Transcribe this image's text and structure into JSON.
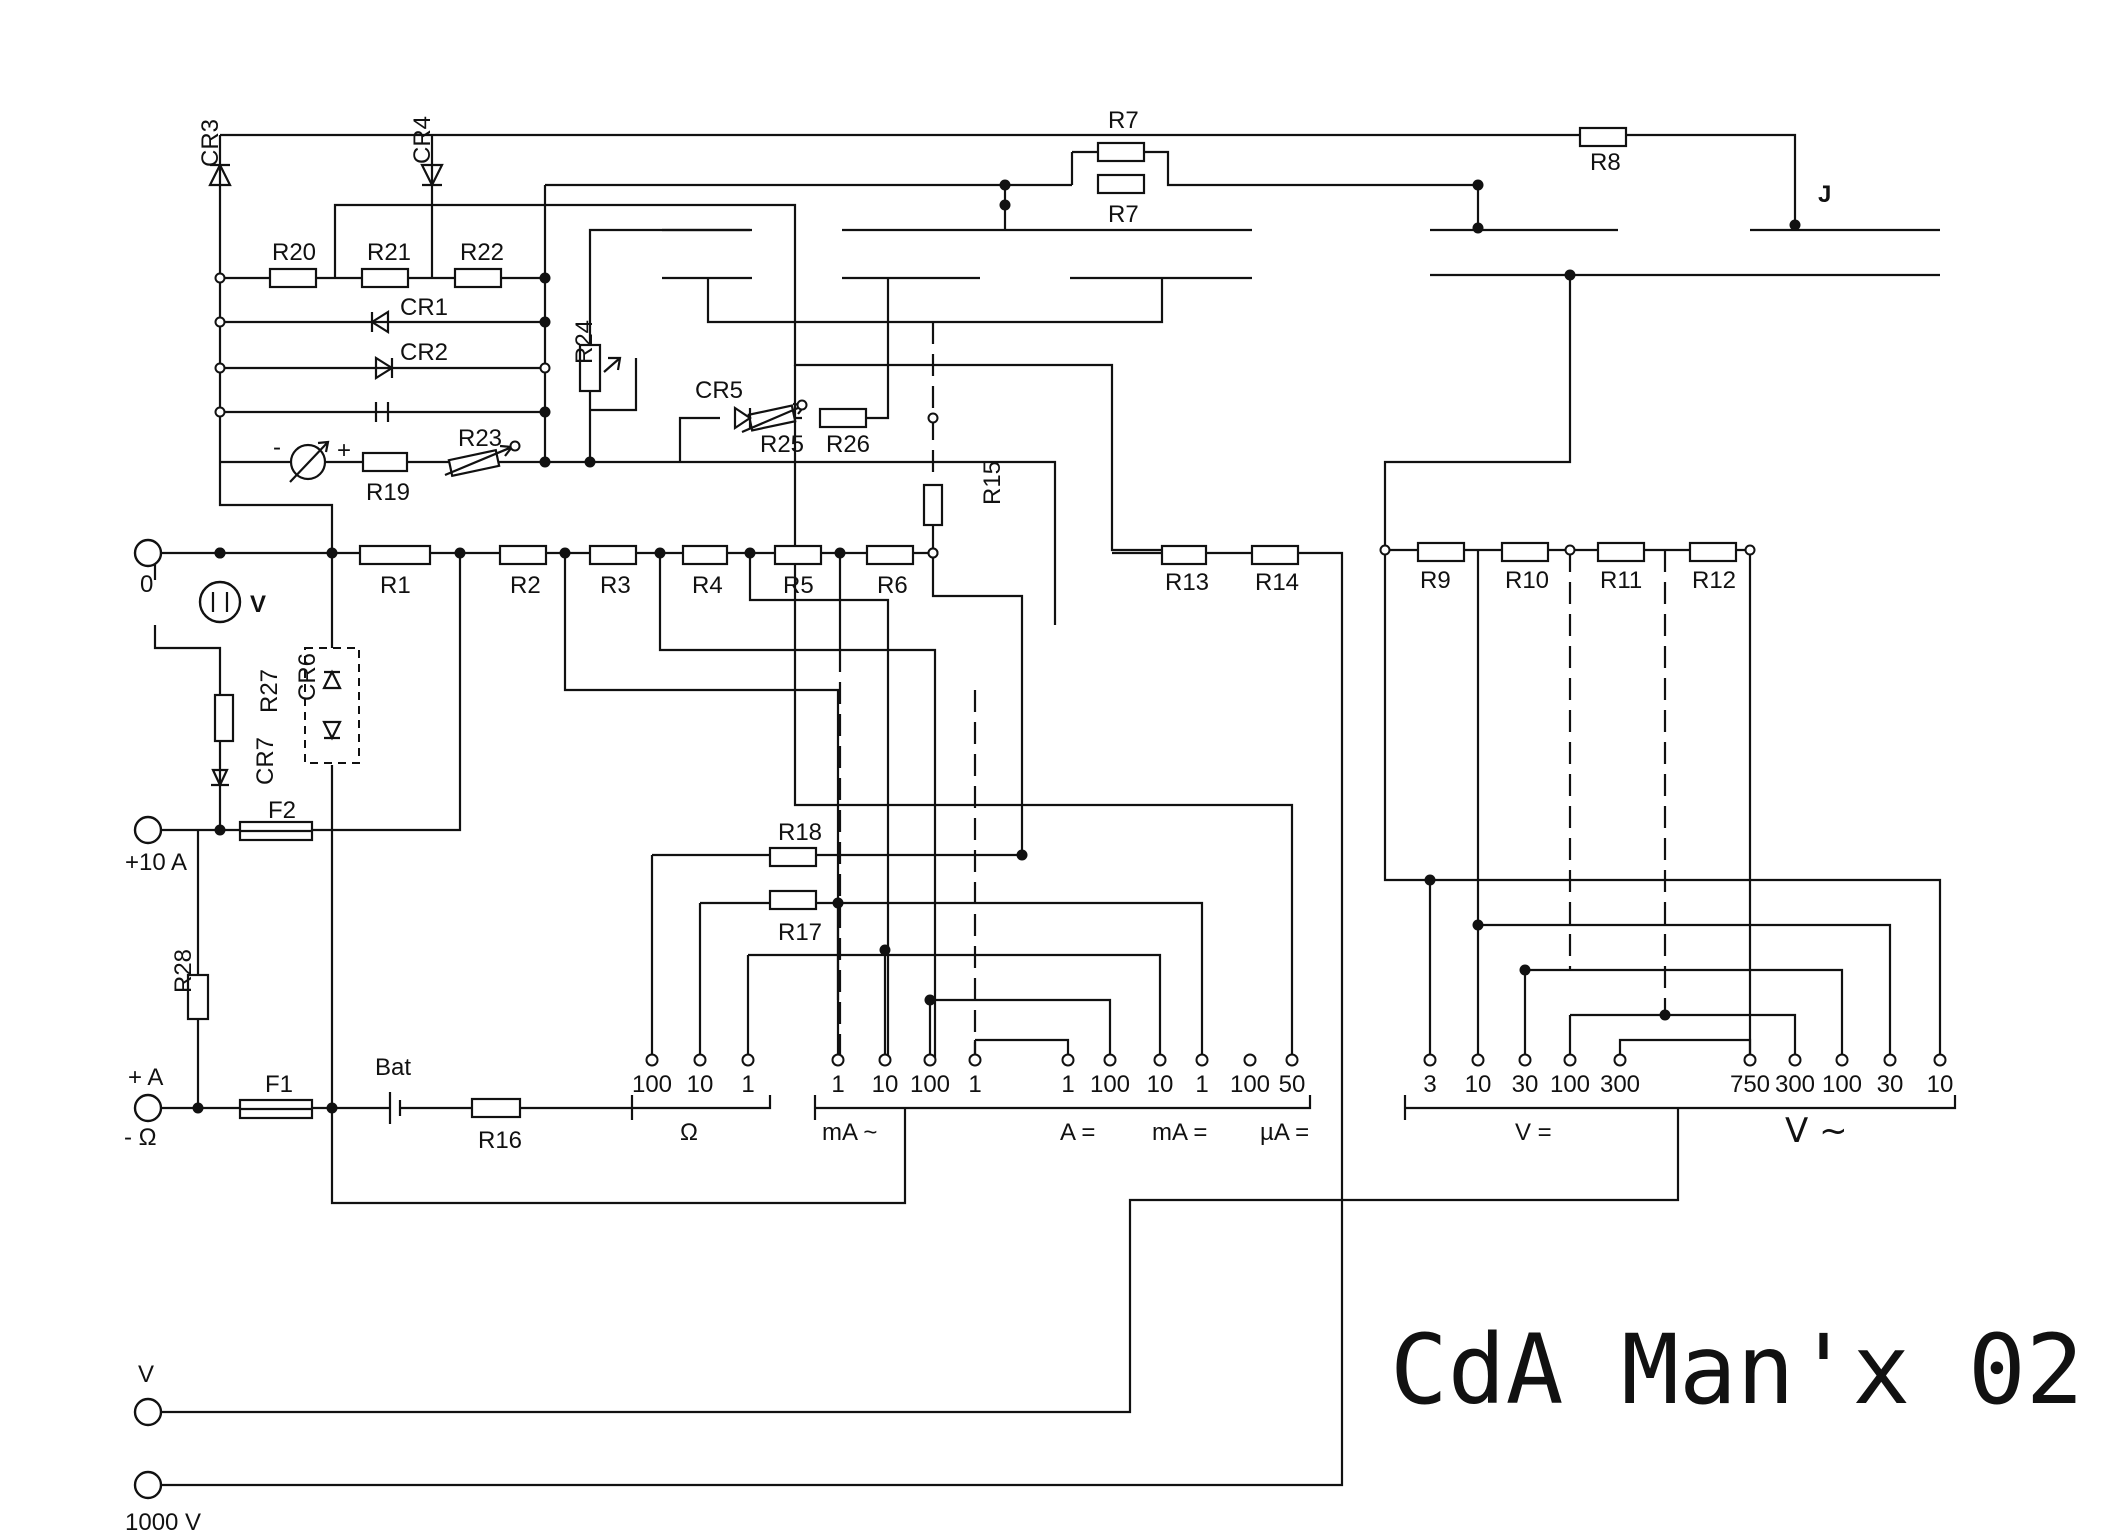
{
  "title": "CdA Man'x 02",
  "resistors": {
    "R1": "R1",
    "R2": "R2",
    "R3": "R3",
    "R4": "R4",
    "R5": "R5",
    "R6": "R6",
    "R7a": "R7",
    "R7b": "R7",
    "R8": "R8",
    "R9": "R9",
    "R10": "R10",
    "R11": "R11",
    "R12": "R12",
    "R13": "R13",
    "R14": "R14",
    "R15": "R15",
    "R16": "R16",
    "R17": "R17",
    "R18": "R18",
    "R19": "R19",
    "R20": "R20",
    "R21": "R21",
    "R22": "R22",
    "R23": "R23",
    "R24": "R24",
    "R25": "R25",
    "R26": "R26",
    "R27": "R27",
    "R28": "R28"
  },
  "diodes": {
    "CR1": "CR1",
    "CR2": "CR2",
    "CR3": "CR3",
    "CR4": "CR4",
    "CR5": "CR5",
    "CR6": "CR6",
    "CR7": "CR7"
  },
  "parts": {
    "F1": "F1",
    "F2": "F2",
    "Bat": "Bat",
    "J": "J",
    "V_lamp": "V"
  },
  "terminals": {
    "t0": "0",
    "t10A": "+10 A",
    "tA": "+ A",
    "tOhm": "- Ω",
    "tV": "V",
    "t1000V": "1000 V"
  },
  "ohm_ranges": [
    "100",
    "10",
    "1"
  ],
  "ohm_unit": "Ω",
  "current_ranges": [
    "1",
    "10",
    "100",
    "1",
    "1",
    "100",
    "10",
    "1",
    "100",
    "50"
  ],
  "mA_ac_unit": "mA ~",
  "A_dc_unit": "A =",
  "mA_dc_unit": "mA =",
  "uA_dc_unit": "µA =",
  "volt_ranges": [
    "3",
    "10",
    "30",
    "100",
    "300",
    "750",
    "300",
    "100",
    "30",
    "10"
  ],
  "V_dc_unit": "V =",
  "V_ac_unit": "V ~",
  "meter_signs": {
    "minus": "-",
    "plus": "+"
  }
}
